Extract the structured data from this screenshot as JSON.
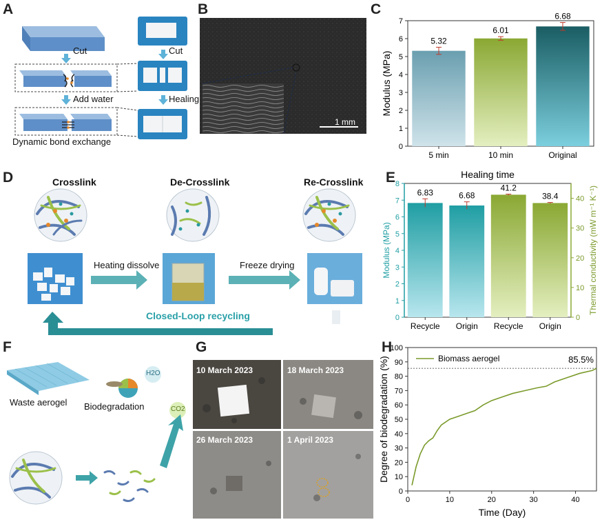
{
  "panel_labels": {
    "a": "A",
    "b": "B",
    "c": "C",
    "d": "D",
    "e": "E",
    "f": "F",
    "g": "G",
    "h": "H"
  },
  "panelA": {
    "cut_left": "Cut",
    "cut_right": "Cut",
    "add_water": "Add water",
    "healing": "Healing",
    "caption": "Dynamic bond exchange"
  },
  "panelB": {
    "scale": "1 mm"
  },
  "panelD": {
    "crosslink": "Crosslink",
    "de_crosslink": "De-Crosslink",
    "re_crosslink": "Re-Crosslink",
    "heating": "Heating dissolve",
    "freeze": "Freeze drying",
    "closed_loop": "Closed-Loop recycling"
  },
  "panelF": {
    "waste": "Waste aerogel",
    "biodeg": "Biodegradation",
    "h2o": "H2O",
    "co2": "CO2"
  },
  "panelG": {
    "dates": [
      "10 March 2023",
      "18 March 2023",
      "26 March 2023",
      "1 April 2023"
    ]
  },
  "colors": {
    "teal": "#1f9ea3",
    "green": "#8aa833",
    "dark_teal": "#1a5d63",
    "arrow_teal": "#3ea3a8"
  },
  "chart_data": [
    {
      "id": "C",
      "type": "bar",
      "categories": [
        "5 min",
        "10 min",
        "Original"
      ],
      "values": [
        5.32,
        6.01,
        6.68
      ],
      "errors": [
        0.2,
        0.1,
        0.22
      ],
      "value_labels": [
        "5.32",
        "6.01",
        "6.68"
      ],
      "ylabel": "Modulus (MPa)",
      "ylim": [
        0,
        7
      ],
      "yticks": [
        "0",
        "1",
        "2",
        "3",
        "4",
        "5",
        "6",
        "7"
      ]
    },
    {
      "id": "E",
      "type": "bar",
      "title": "Healing time",
      "categories": [
        "Recycle",
        "Origin",
        "Recycle",
        "Origin"
      ],
      "series": [
        {
          "name": "Modulus",
          "values": [
            6.83,
            6.68
          ],
          "errors": [
            0.25,
            0.22
          ]
        },
        {
          "name": "Thermal conductivity",
          "values": [
            41.2,
            38.4
          ],
          "errors": [
            0.2,
            0.2
          ]
        }
      ],
      "value_labels": [
        "6.83",
        "6.68",
        "41.2",
        "38.4"
      ],
      "ylabel_left": "Modulus (MPa)",
      "ylabel_right": "Thermal conductivity (mW m⁻¹ K⁻¹)",
      "ylim_left": [
        0,
        8
      ],
      "ylim_right": [
        0,
        45
      ],
      "yticks_left": [
        "0",
        "1",
        "2",
        "3",
        "4",
        "5",
        "6",
        "7",
        "8"
      ],
      "yticks_right": [
        "0",
        "10",
        "20",
        "30",
        "40"
      ]
    },
    {
      "id": "H",
      "type": "line",
      "series": [
        {
          "name": "Biomass aerogel",
          "x": [
            1,
            2,
            3,
            4,
            5,
            6,
            7,
            8,
            10,
            12,
            14,
            16,
            18,
            20,
            22,
            25,
            28,
            31,
            33,
            35,
            38,
            41,
            44,
            45
          ],
          "y": [
            4,
            17,
            26,
            32,
            35,
            37,
            42,
            46,
            50,
            52,
            54,
            56,
            60,
            63,
            65,
            68,
            70,
            72,
            73,
            76,
            79,
            82,
            84,
            85.5
          ]
        }
      ],
      "annotation": "85.5%",
      "reference_y": 85.5,
      "xlabel": "Time (Day)",
      "ylabel": "Degree of biodegradation (%)",
      "xlim": [
        0,
        45
      ],
      "ylim": [
        0,
        100
      ],
      "xticks": [
        "0",
        "10",
        "20",
        "30",
        "40"
      ],
      "yticks": [
        "0",
        "10",
        "20",
        "30",
        "40",
        "50",
        "60",
        "70",
        "80",
        "90",
        "100"
      ]
    }
  ]
}
